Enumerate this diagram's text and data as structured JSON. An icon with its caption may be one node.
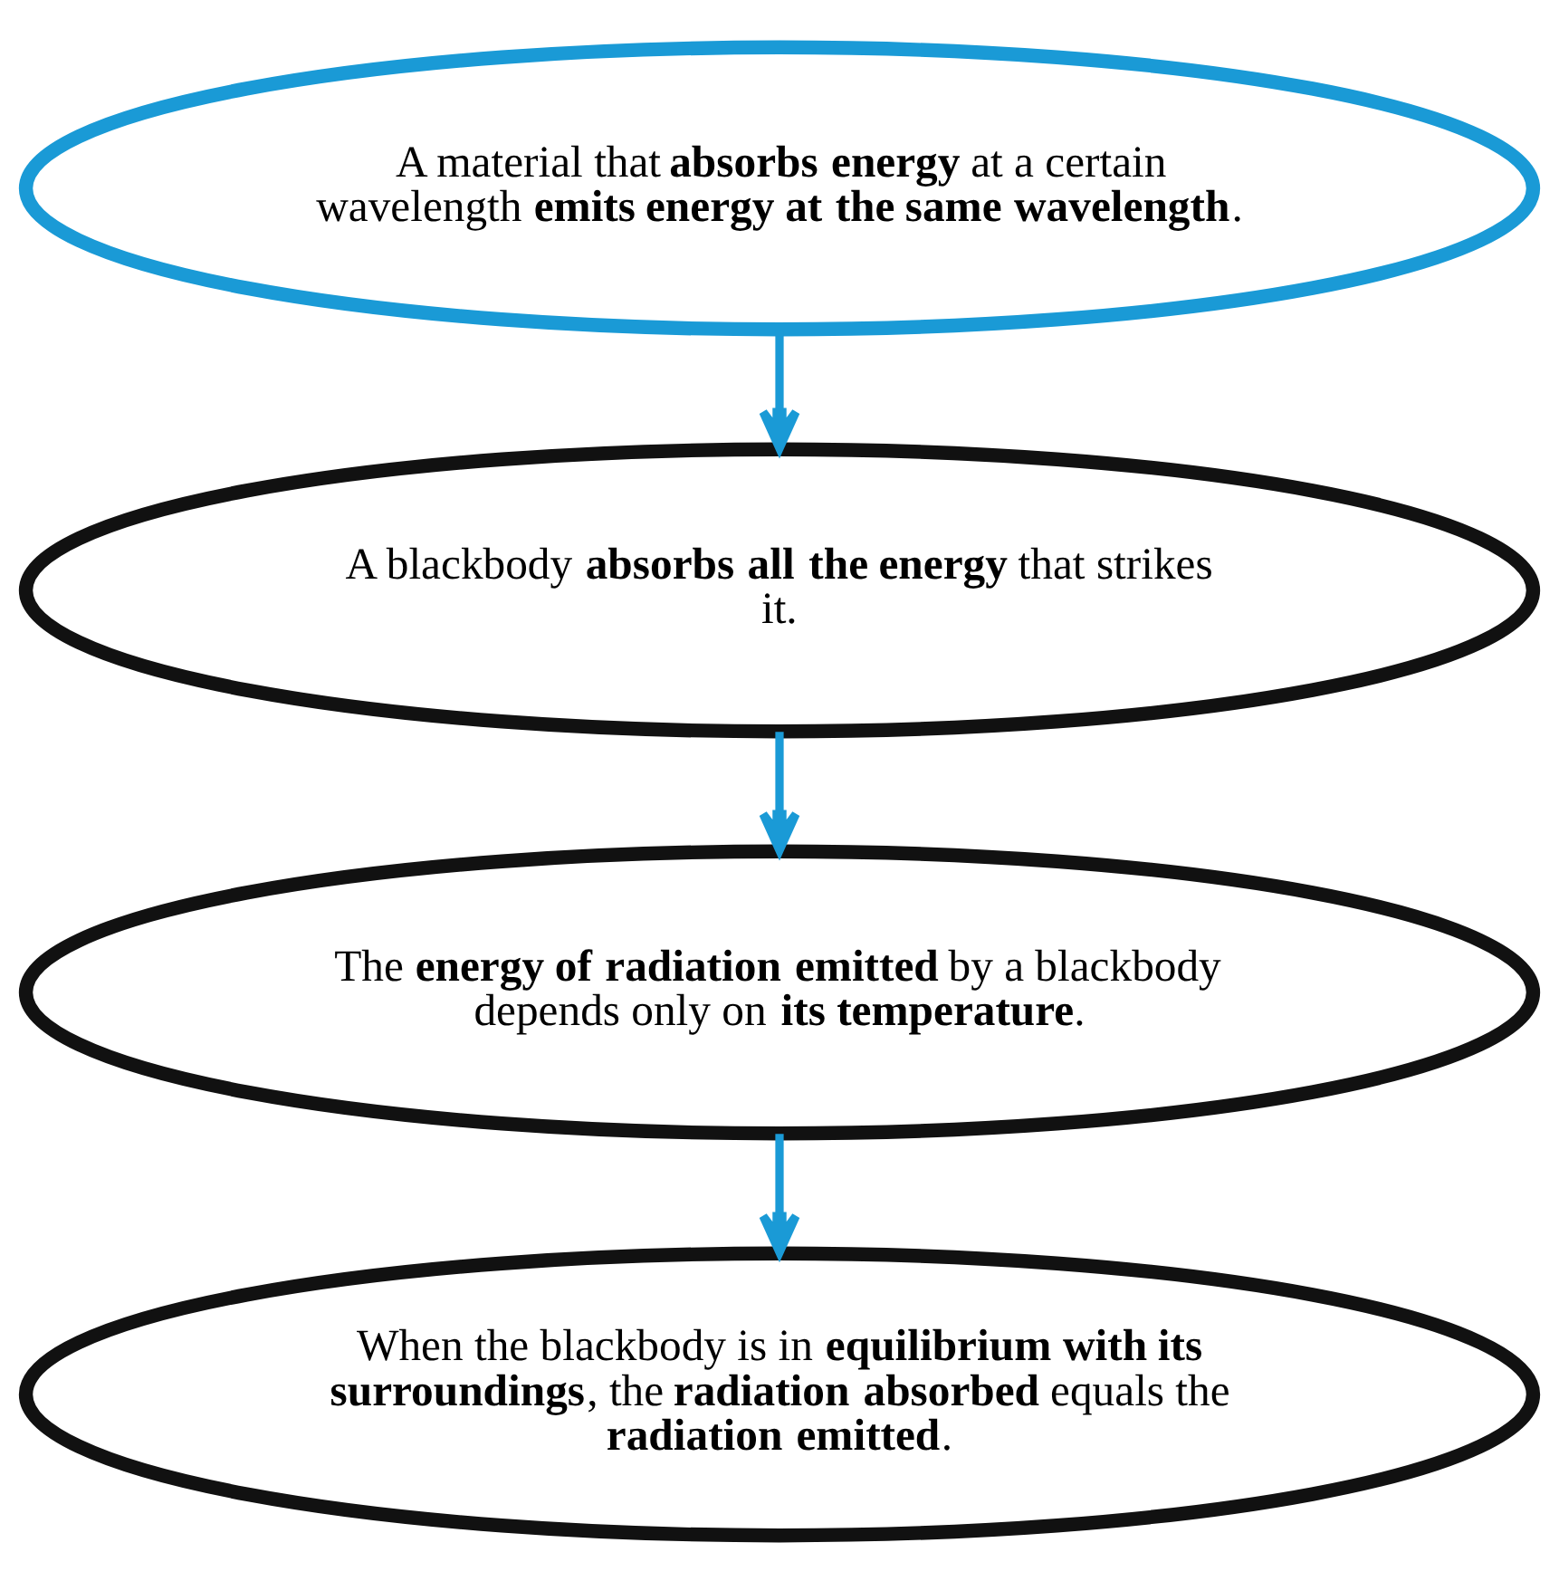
{
  "diagram": {
    "nodes": [
      {
        "text": [
          "A material that **absorbs energy** at a certain wavelength **emits energy at the same wavelength**."
        ]
      },
      {
        "text": [
          "A blackbody **absorbs all the energy** that strikes it."
        ]
      },
      {
        "text": [
          "The **energy of radiation emitted** by a blackbody depends only on **its temperature**."
        ]
      },
      {
        "text": [
          "When the blackbody is in **equilibrium with its surroundings**, the **radiation absorbed** equals the **radiation emitted**."
        ]
      }
    ],
    "edges": [
      {
        "from": 0,
        "to": 1,
        "arrow": "to"
      },
      {
        "from": 1,
        "to": 2,
        "arrow": "to"
      },
      {
        "from": 2,
        "to": 3,
        "arrow": "to"
      }
    ]
  }
}
